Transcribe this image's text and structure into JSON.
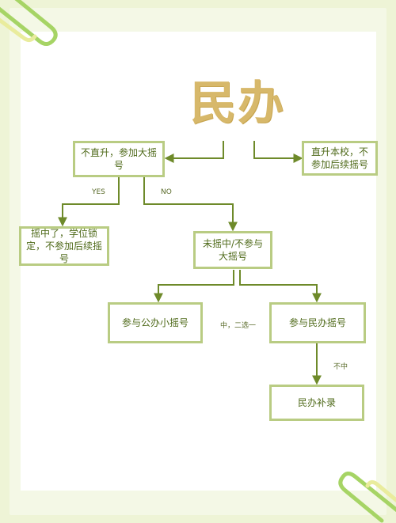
{
  "diagram": {
    "title": "民办",
    "nodes": {
      "no_direct": "不直升，参加大摇号",
      "direct": "直升本校，不参加后续摇号",
      "won_lottery": "摇中了，学位锁定，不参加后续摇号",
      "not_won": "未摇中/不参与大摇号",
      "public_lottery": "参与公办小摇号",
      "private_lottery": "参与民办摇号",
      "supplement": "民办补录"
    },
    "edge_labels": {
      "yes": "YES",
      "no": "NO",
      "choose": "中，二选一",
      "not_hit": "不中"
    }
  },
  "colors": {
    "accent": "#6e8a2a",
    "box_border": "#b9cc83",
    "title": "#d7b86a",
    "clip_green": "#a6d465",
    "clip_yellow": "#e9ec9d"
  },
  "icons": [
    "paperclip-icon",
    "paperclip-icon"
  ]
}
